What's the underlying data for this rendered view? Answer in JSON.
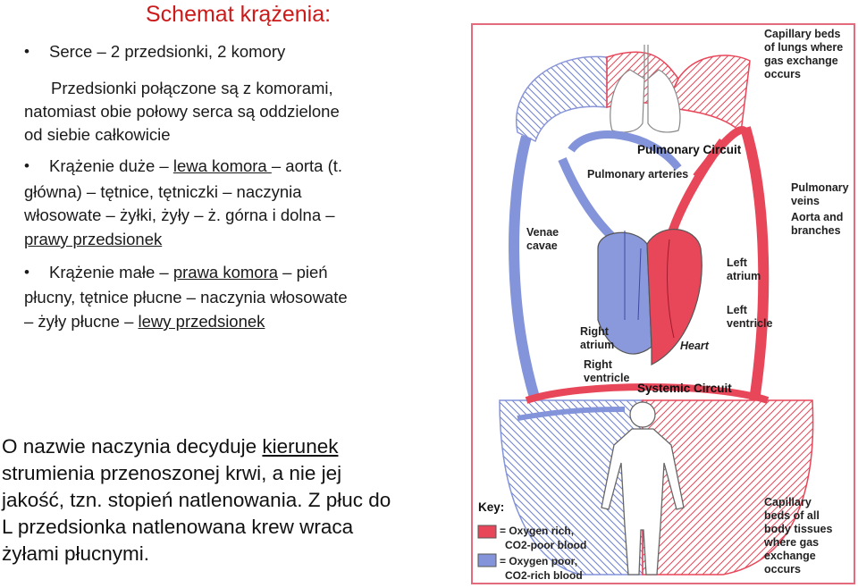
{
  "title": "Schemat krążenia:",
  "left": {
    "b1": "Serce – 2 przedsionki, 2 komory",
    "p1_l1": "Przedsionki połączone są z komorami,",
    "p1_l2": "natomiast obie połowy serca są oddzielone",
    "p1_l3": "od siebie całkowicie",
    "b2_a": "Krążenie duże – ",
    "b2_u1": "lewa komora ",
    "b2_b": "– aorta (t.",
    "b2_l2": "główna) – tętnice, tętniczki – naczynia",
    "b2_l3": "włosowate – żyłki, żyły – ż. górna i dolna –",
    "b2_u2": "prawy przedsionek",
    "b3_a": "Krążenie małe – ",
    "b3_u1": "prawa komora",
    "b3_b": " – pień",
    "b3_l2": "płucny, tętnice płucne – naczynia włosowate",
    "b3_c": "– żyły płucne – ",
    "b3_u2": "lewy przedsionek"
  },
  "bottom": {
    "l1_a": "O nazwie naczynia decyduje ",
    "l1_u": "kierunek",
    "l2": "strumienia przenoszonej krwi, a nie jej",
    "l3": "jakość, tzn. stopień natlenowania. Z płuc do",
    "l4": "L przedsionka natlenowana krew wraca",
    "l5": "żyłami płucnymi."
  },
  "diagram": {
    "cap_lungs": [
      "Capillary beds",
      "of lungs where",
      "gas exchange",
      "occurs"
    ],
    "pulmonary_circuit": "Pulmonary Circuit",
    "pulmonary_arteries": "Pulmonary arteries",
    "pulmonary_veins": [
      "Pulmonary",
      "veins"
    ],
    "aorta": [
      "Aorta and",
      "branches"
    ],
    "venae_cavae": [
      "Venae",
      "cavae"
    ],
    "left_atrium": [
      "Left",
      "atrium"
    ],
    "left_ventricle": [
      "Left",
      "ventricle"
    ],
    "right_atrium": [
      "Right",
      "atrium"
    ],
    "heart": "Heart",
    "right_ventricle": [
      "Right",
      "ventricle"
    ],
    "systemic_circuit": "Systemic Circuit",
    "key": "Key:",
    "key_red": [
      "= Oxygen rich,",
      "CO2-poor blood"
    ],
    "key_blue": [
      "= Oxygen poor,",
      "CO2-rich blood"
    ],
    "cap_body": [
      "Capillary",
      "beds of all",
      "body tissues",
      "where gas",
      "exchange",
      "occurs"
    ]
  },
  "colors": {
    "oxygen_rich": "#e8475a",
    "oxygen_poor": "#7f8fd6",
    "title": "#cc1a1a"
  }
}
